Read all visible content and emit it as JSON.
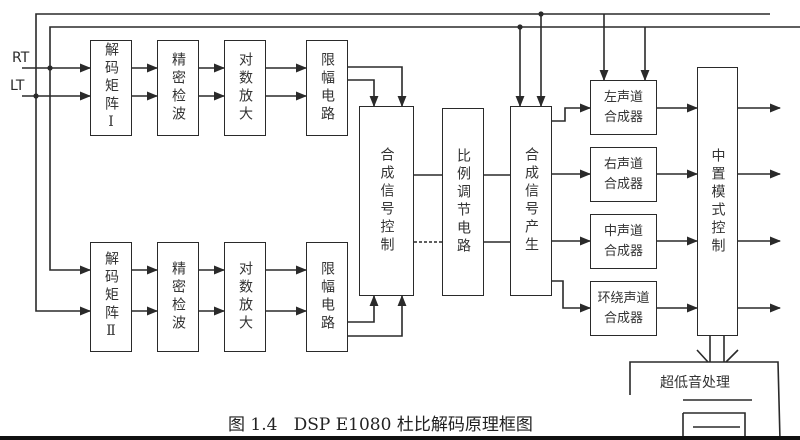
{
  "inputs": {
    "rt": "RT",
    "lt": "LT"
  },
  "upper_chain": [
    {
      "id": "decode-matrix-1",
      "label": "解码矩阵Ⅰ"
    },
    {
      "id": "precision-detect-1",
      "label": "精密检波"
    },
    {
      "id": "log-amp-1",
      "label": "对数放大"
    },
    {
      "id": "limiter-1",
      "label": "限幅电路"
    }
  ],
  "lower_chain": [
    {
      "id": "decode-matrix-2",
      "label": "解码矩阵Ⅱ"
    },
    {
      "id": "precision-detect-2",
      "label": "精密检波"
    },
    {
      "id": "log-amp-2",
      "label": "对数放大"
    },
    {
      "id": "limiter-2",
      "label": "限幅电路"
    }
  ],
  "center_blocks": {
    "synth_control": "合成信号控制",
    "ratio_adjust": "比例调节电路",
    "synth_generate": "合成信号产生"
  },
  "synthesizers": [
    {
      "line1": "左声道",
      "line2": "合成器"
    },
    {
      "line1": "右声道",
      "line2": "合成器"
    },
    {
      "line1": "中声道",
      "line2": "合成器"
    },
    {
      "line1": "环绕声道",
      "line2": "合成器"
    }
  ],
  "center_mode_control": "中置模式控制",
  "subwoofer": "超低音处理",
  "caption": "图 1.4   DSP E1080 杜比解码原理框图",
  "colors": {
    "line": "#2a2a2a",
    "background": "#ffffff"
  }
}
